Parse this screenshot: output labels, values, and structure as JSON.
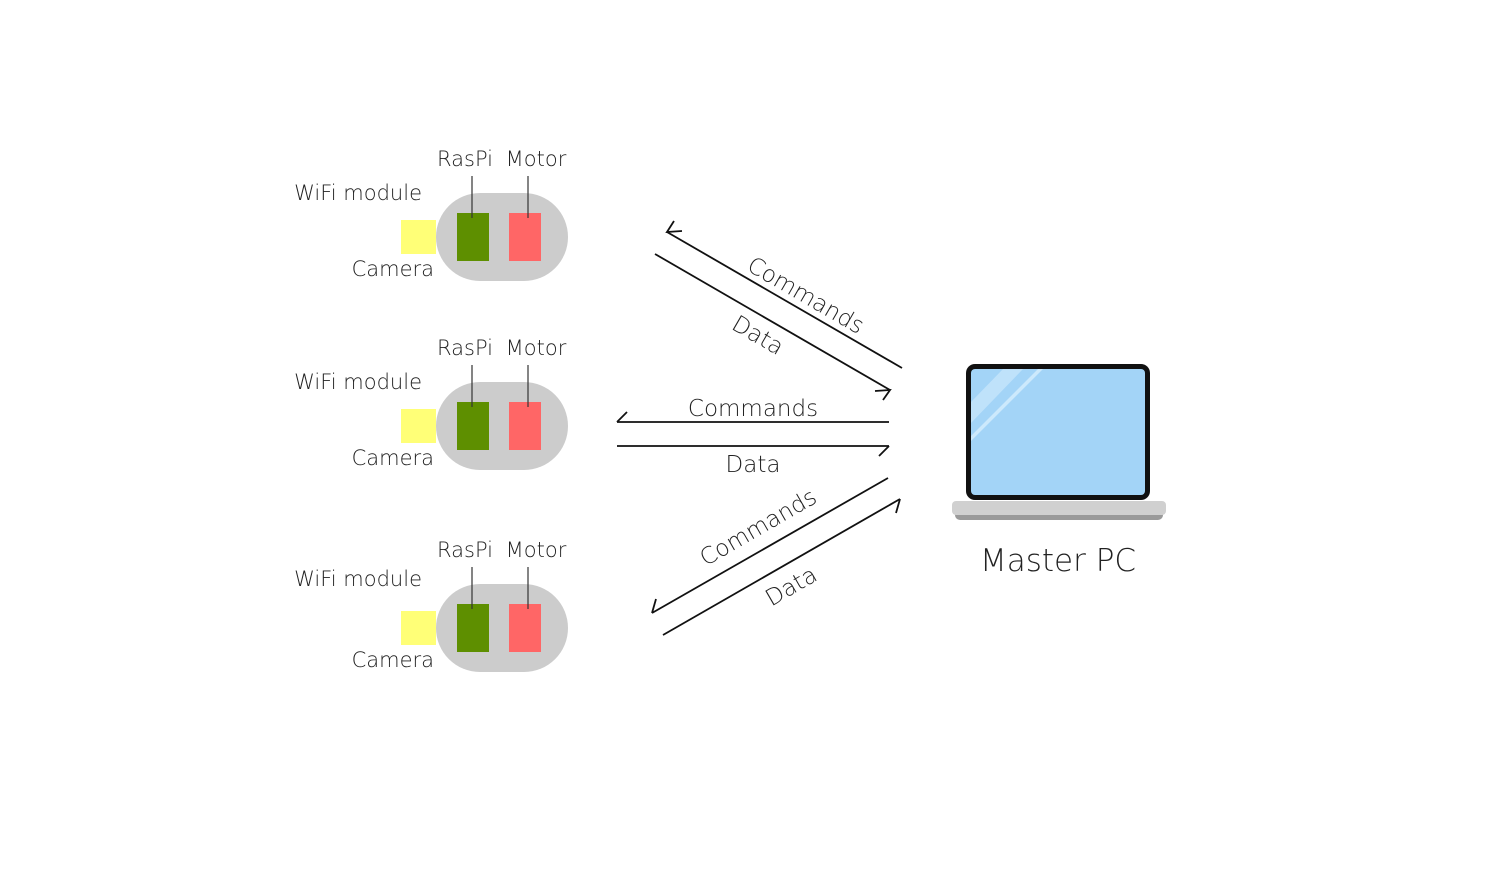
{
  "robots": [
    {
      "raspi_label": "RasPi",
      "motor_label": "Motor",
      "wifi_label": "WiFi module",
      "camera_label": "Camera"
    },
    {
      "raspi_label": "RasPi",
      "motor_label": "Motor",
      "wifi_label": "WiFi module",
      "camera_label": "Camera"
    },
    {
      "raspi_label": "RasPi",
      "motor_label": "Motor",
      "wifi_label": "WiFi module",
      "camera_label": "Camera"
    }
  ],
  "links": [
    {
      "commands_label": "Commands",
      "data_label": "Data"
    },
    {
      "commands_label": "Commands",
      "data_label": "Data"
    },
    {
      "commands_label": "Commands",
      "data_label": "Data"
    }
  ],
  "master": {
    "label": "Master PC"
  },
  "colors": {
    "body": "#cccccc",
    "camera": "#ffff77",
    "raspi": "#5e8f00",
    "motor": "#ff6666",
    "screen": "#a3d4f7",
    "bezel": "#111111",
    "base": "#d0d0d0"
  }
}
